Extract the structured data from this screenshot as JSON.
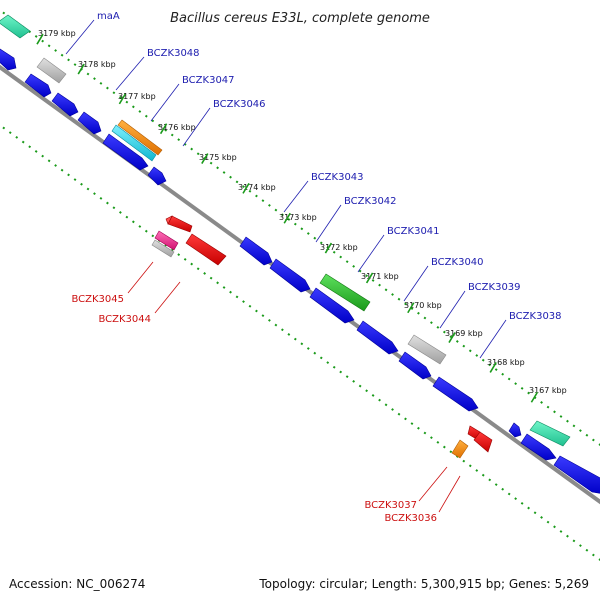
{
  "title": "Bacillus cereus E33L, complete genome",
  "footer": {
    "accession": "Accession: NC_006274",
    "summary": "Topology: circular; Length: 5,300,915 bp; Genes: 5,269"
  },
  "colors": {
    "forward": "#0000ee",
    "reverse": "#ee0000",
    "backbone": "#808080",
    "dots": "#1a9a1a",
    "label_forward": "#2020b0",
    "label_reverse": "#cc1010"
  },
  "ticks": [
    {
      "label": "3179 kbp"
    },
    {
      "label": "3178 kbp"
    },
    {
      "label": "3177 kbp"
    },
    {
      "label": "3176 kbp"
    },
    {
      "label": "3175 kbp"
    },
    {
      "label": "3174 kbp"
    },
    {
      "label": "3173 kbp"
    },
    {
      "label": "3172 kbp"
    },
    {
      "label": "3171 kbp"
    },
    {
      "label": "3170 kbp"
    },
    {
      "label": "3169 kbp"
    },
    {
      "label": "3168 kbp"
    },
    {
      "label": "3167 kbp"
    }
  ],
  "forward_labels": [
    {
      "label": "maA"
    },
    {
      "label": "BCZK3048"
    },
    {
      "label": "BCZK3047"
    },
    {
      "label": "BCZK3046"
    },
    {
      "label": "BCZK3043"
    },
    {
      "label": "BCZK3042"
    },
    {
      "label": "BCZK3041"
    },
    {
      "label": "BCZK3040"
    },
    {
      "label": "BCZK3039"
    },
    {
      "label": "BCZK3038"
    }
  ],
  "reverse_labels": [
    {
      "label": "BCZK3045"
    },
    {
      "label": "BCZK3044"
    },
    {
      "label": "BCZK3037"
    },
    {
      "label": "BCZK3036"
    }
  ]
}
